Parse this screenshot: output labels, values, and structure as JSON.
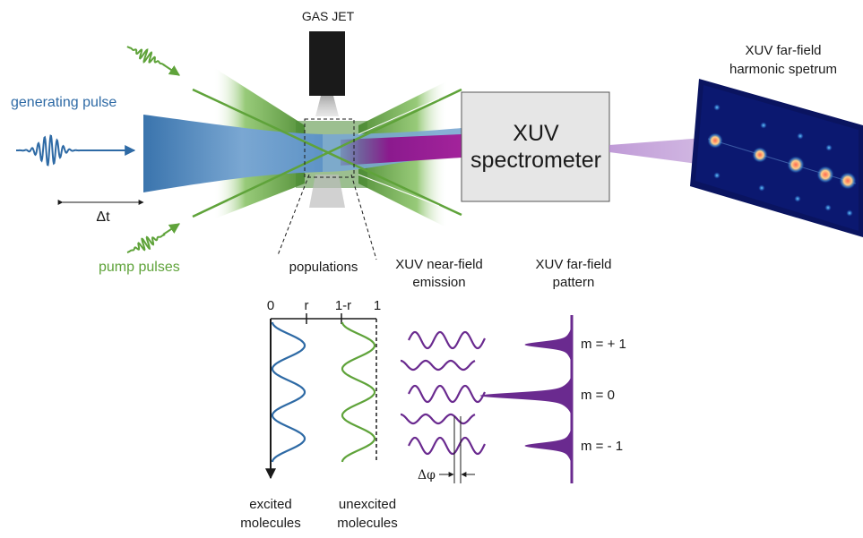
{
  "labels": {
    "gas_jet": "GAS JET",
    "generating_pulse": "generating pulse",
    "delta_t": "Δt",
    "pump_pulses": "pump pulses",
    "spectrometer_line1": "XUV",
    "spectrometer_line2": "spectrometer",
    "far_field_title_line1": "XUV far-field",
    "far_field_title_line2": "harmonic spetrum",
    "populations": "populations",
    "near_field_line1": "XUV near-field",
    "near_field_line2": "emission",
    "far_field_pattern_line1": "XUV far-field",
    "far_field_pattern_line2": "pattern",
    "axis_0": "0",
    "axis_r": "r",
    "axis_1mr": "1-r",
    "axis_1": "1",
    "delta_phi": "Δφ",
    "m_plus1": "m = + 1",
    "m_0": "m = 0",
    "m_minus1": "m = - 1",
    "excited_line1": "excited",
    "excited_line2": "molecules",
    "unexcited_line1": "unexcited",
    "unexcited_line2": "molecules"
  },
  "colors": {
    "generating_blue": "#2e6aa5",
    "pump_green": "#5fa33a",
    "xuv_purple": "#6a2a8f",
    "xuv_magenta": "#8b1a8e",
    "spectrometer_fill": "#e6e6e6",
    "detector_dark": "#0a1460"
  }
}
